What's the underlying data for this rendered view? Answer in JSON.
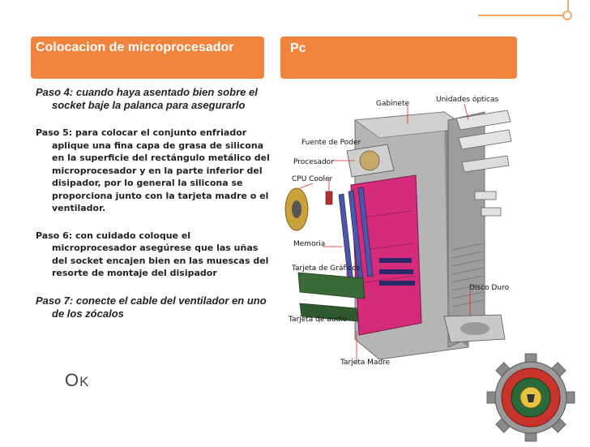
{
  "slide": {
    "left_header": "Colocacion de microprocesador",
    "right_header": "Pc",
    "steps": [
      "Paso 4: cuando haya asentado bien sobre el socket baje la palanca para asegurarlo",
      "Paso 5: para colocar el conjunto enfriador aplique una fina capa de grasa de silicona en la superficie del rectángulo metálico del microprocesador y en la parte inferior del disipador, por lo general la silicona se proporciona junto con la tarjeta madre o el ventilador.",
      "Paso 6: con cuidado coloque el microprocesador asegúrese que las uñas del socket encajen bien en las muescas del resorte de montaje del  disipador",
      "Paso 7: conecte el cable del ventilador en uno de los zócalos"
    ],
    "ok_first": "O",
    "ok_rest": "K"
  },
  "figure": {
    "labels": {
      "gabinete": "Gabinete",
      "unidades_opticas": "Unidades ópticas",
      "fuente_poder": "Fuente de Poder",
      "procesador": "Procesador",
      "cpu_cooler": "CPU Cooler",
      "memoria": "Memoria",
      "tarjeta_graficos": "Tarjeta de Gráficos",
      "disco_duro": "Disco Duro",
      "tarjeta_audio": "Tarjeta de audio",
      "tarjeta_madre": "Tarjeta Madre"
    }
  },
  "colors": {
    "accent": "#f0843c",
    "motherboard": "#d62a7a",
    "case": "#9a9a9a"
  }
}
